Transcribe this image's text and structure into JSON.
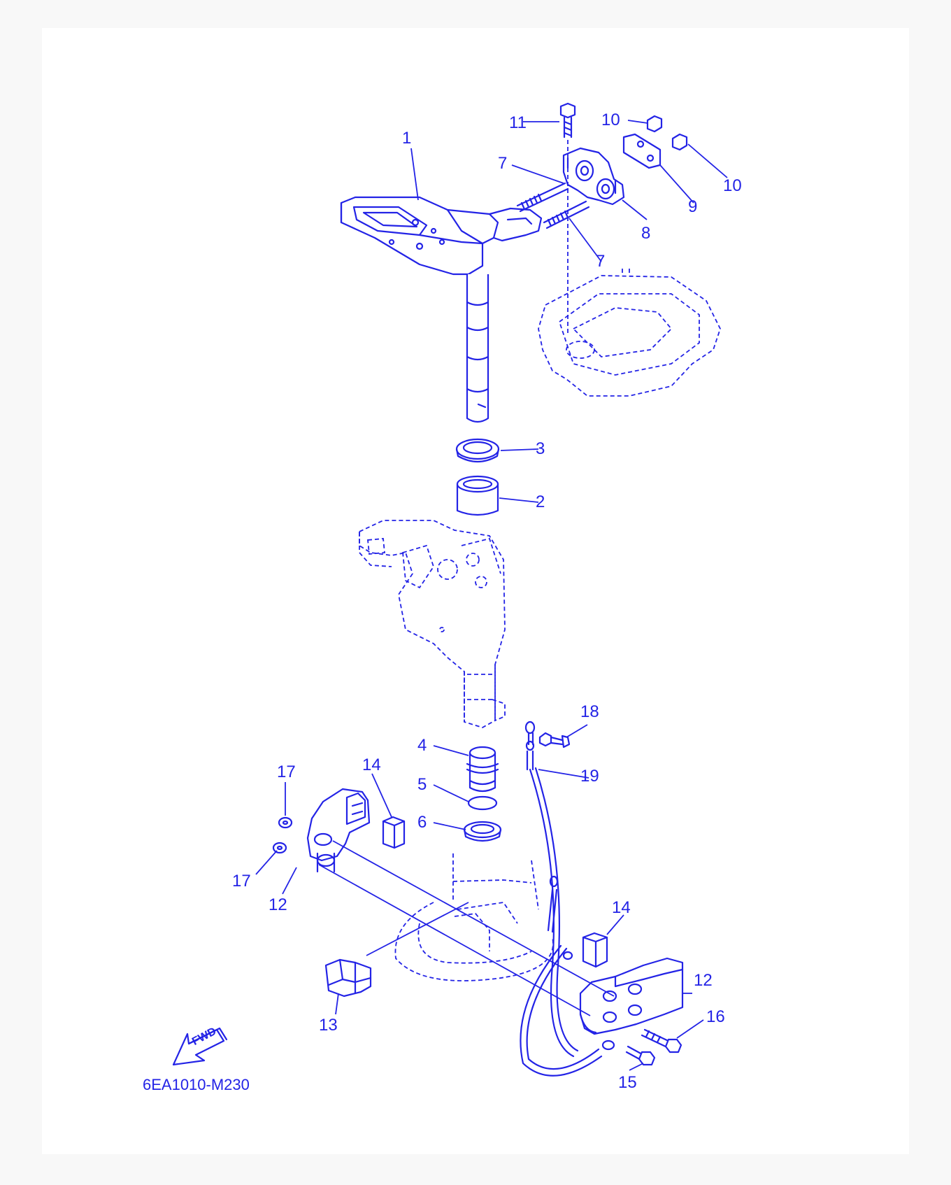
{
  "diagram": {
    "drawing_code": "6EA1010-M230",
    "fwd_label": "FWD",
    "line_color": "#2323e6",
    "part_labels": [
      "1",
      "2",
      "3",
      "4",
      "5",
      "6",
      "7",
      "7",
      "8",
      "9",
      "10",
      "10",
      "11",
      "12",
      "12",
      "13",
      "14",
      "14",
      "15",
      "16",
      "17",
      "17",
      "18",
      "19"
    ]
  }
}
